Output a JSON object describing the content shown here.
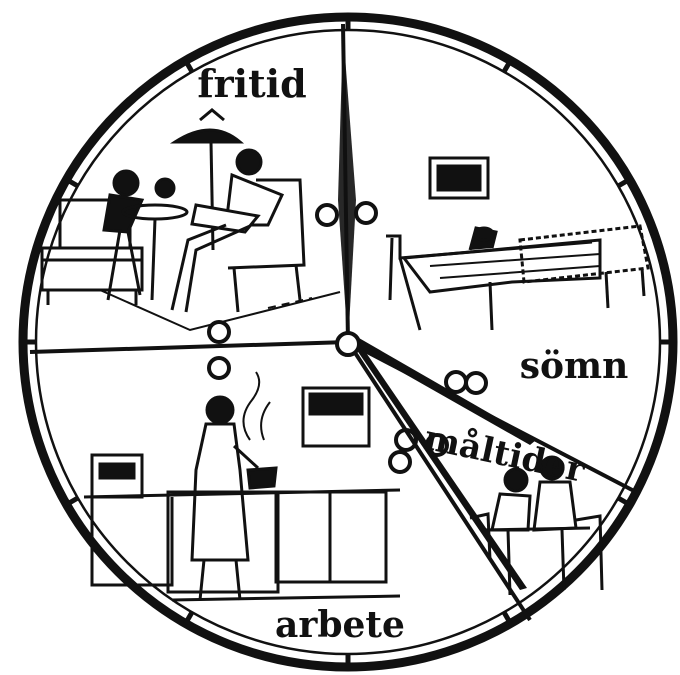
{
  "diagram": {
    "labels": {
      "fritid": "fritid",
      "somn": "sömn",
      "maltider": "måltider",
      "arbete": "arbete"
    },
    "colors": {
      "ink": "#111111",
      "paper": "#ffffff"
    }
  }
}
